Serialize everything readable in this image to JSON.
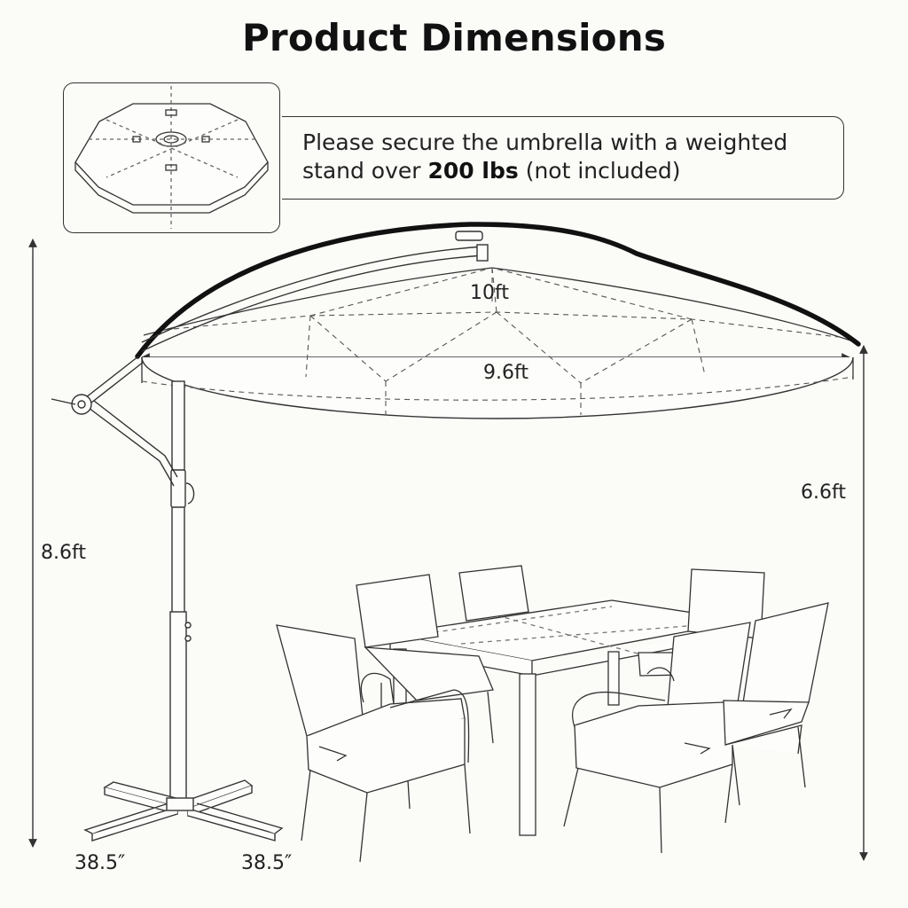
{
  "title": "Product Dimensions",
  "note": {
    "text_before": "Please secure the umbrella with a weighted stand over ",
    "text_bold": "200 lbs",
    "text_after": " (not included)"
  },
  "dimensions": {
    "canopy_arc": "10ft",
    "canopy_width": "9.6ft",
    "overall_height": "8.6ft",
    "clearance_height": "6.6ft",
    "base_left": "38.5″",
    "base_right": "38.5″"
  },
  "colors": {
    "line": "#333333",
    "frame": "#111111",
    "dash": "#555555"
  }
}
